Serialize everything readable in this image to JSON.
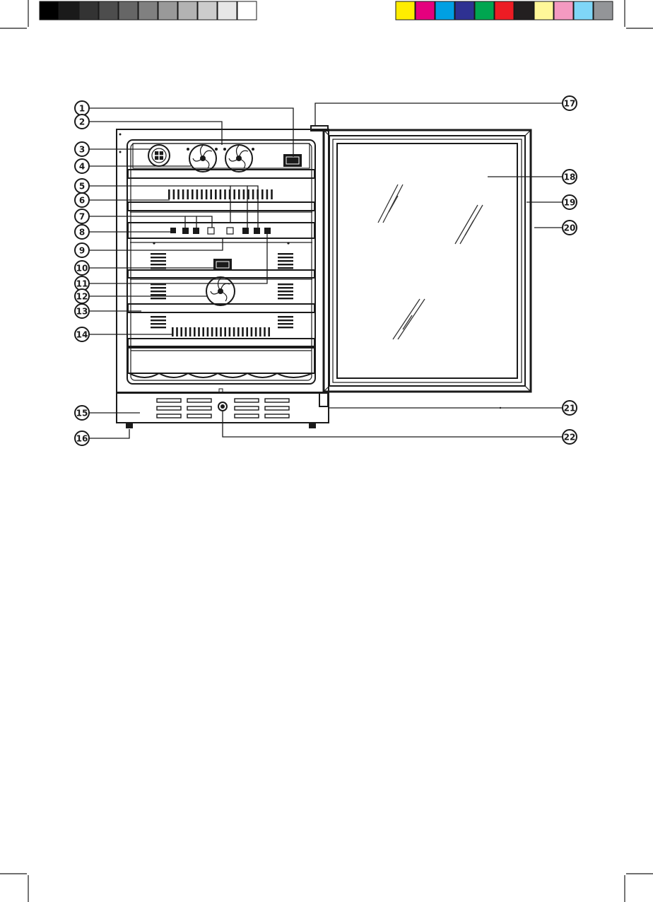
{
  "color_bar": {
    "grays": [
      "#000000",
      "#1a1a1a",
      "#333333",
      "#4d4d4d",
      "#666666",
      "#808080",
      "#999999",
      "#b3b3b3",
      "#cccccc",
      "#e6e6e6",
      "#ffffff"
    ],
    "colors": [
      "#ffed00",
      "#e5007e",
      "#00a0e3",
      "#2e3192",
      "#00a650",
      "#ed1c24",
      "#231f20",
      "#fff799",
      "#f49ac1",
      "#7fd6f7",
      "#939598"
    ]
  },
  "callouts": [
    {
      "id": "c1",
      "label": "1"
    },
    {
      "id": "c2",
      "label": "2"
    },
    {
      "id": "c3",
      "label": "3"
    },
    {
      "id": "c4",
      "label": "4"
    },
    {
      "id": "c5",
      "label": "5"
    },
    {
      "id": "c6",
      "label": "6"
    },
    {
      "id": "c7",
      "label": "7"
    },
    {
      "id": "c8",
      "label": "8"
    },
    {
      "id": "c9",
      "label": "9"
    },
    {
      "id": "c10",
      "label": "10"
    },
    {
      "id": "c11",
      "label": "11"
    },
    {
      "id": "c12",
      "label": "12"
    },
    {
      "id": "c13",
      "label": "13"
    },
    {
      "id": "c14",
      "label": "14"
    },
    {
      "id": "c15",
      "label": "15"
    },
    {
      "id": "c16",
      "label": "16"
    },
    {
      "id": "c17",
      "label": "17"
    },
    {
      "id": "c18",
      "label": "18"
    },
    {
      "id": "c19",
      "label": "19"
    },
    {
      "id": "c20",
      "label": "20"
    },
    {
      "id": "c21",
      "label": "21"
    },
    {
      "id": "c22",
      "label": "22"
    }
  ]
}
